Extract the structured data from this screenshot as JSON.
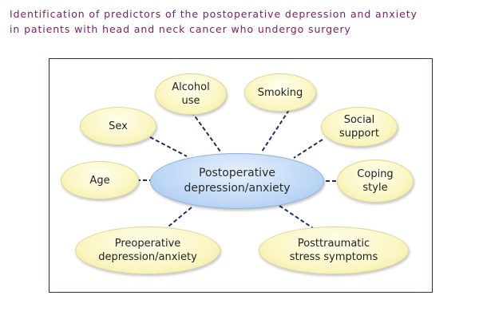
{
  "title": {
    "line1": "Identification of predictors of the postoperative depression and anxiety",
    "line2": "in patients with head and neck cancer who undergo surgery"
  },
  "center": {
    "line1": "Postoperative",
    "line2": "depression/anxiety"
  },
  "predictors": {
    "alcohol": {
      "line1": "Alcohol",
      "line2": "use"
    },
    "smoking": {
      "line1": "Smoking"
    },
    "sex": {
      "line1": "Sex"
    },
    "social_support": {
      "line1": "Social",
      "line2": "support"
    },
    "age": {
      "line1": "Age"
    },
    "coping_style": {
      "line1": "Coping",
      "line2": "style"
    },
    "preoperative": {
      "line1": "Preoperative",
      "line2": "depression/anxiety"
    },
    "posttraumatic": {
      "line1": "Posttraumatic",
      "line2": "stress symptoms"
    }
  },
  "colors": {
    "title": "#7a1c63",
    "frame": "#1f2f66",
    "connector": "#1f2f66",
    "predictor_fill": "#fbf6c3",
    "center_fill": "#bcd6f5"
  }
}
